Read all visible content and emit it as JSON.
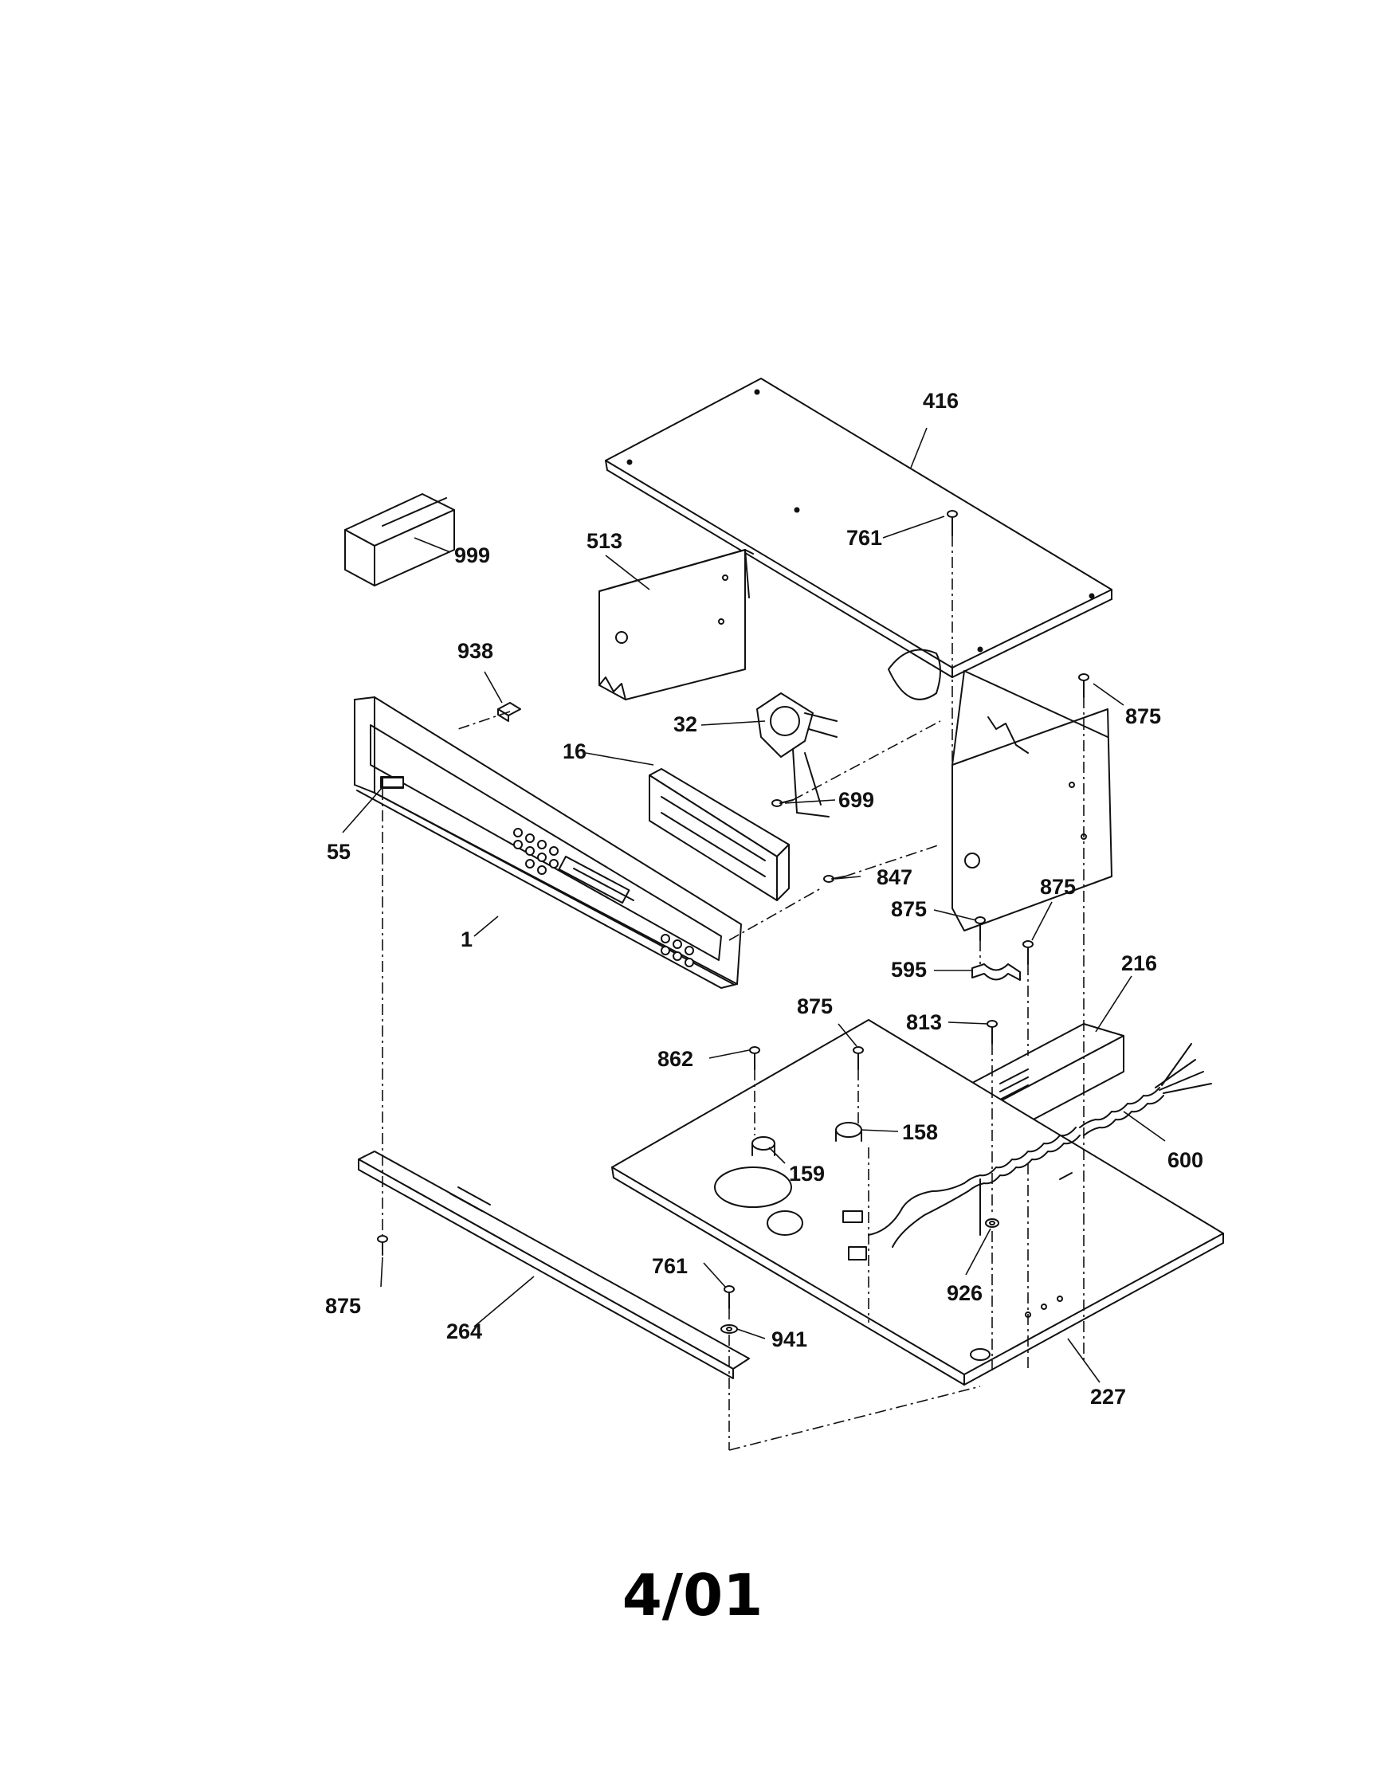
{
  "labels": {
    "p416": "416",
    "p513": "513",
    "p761a": "761",
    "p999": "999",
    "p938": "938",
    "p32": "32",
    "p875a": "875",
    "p16": "16",
    "p699": "699",
    "p55": "55",
    "p847": "847",
    "p1": "1",
    "p875b": "875",
    "p875c": "875",
    "p595": "595",
    "p216": "216",
    "p875d": "875",
    "p813": "813",
    "p862": "862",
    "p158": "158",
    "p159": "159",
    "p600": "600",
    "p875e": "875",
    "p761b": "761",
    "p926": "926",
    "p941": "941",
    "p264": "264",
    "p227": "227"
  },
  "footer": {
    "date": "4/01"
  },
  "colors": {
    "line": "#111111",
    "paper": "#ffffff"
  }
}
